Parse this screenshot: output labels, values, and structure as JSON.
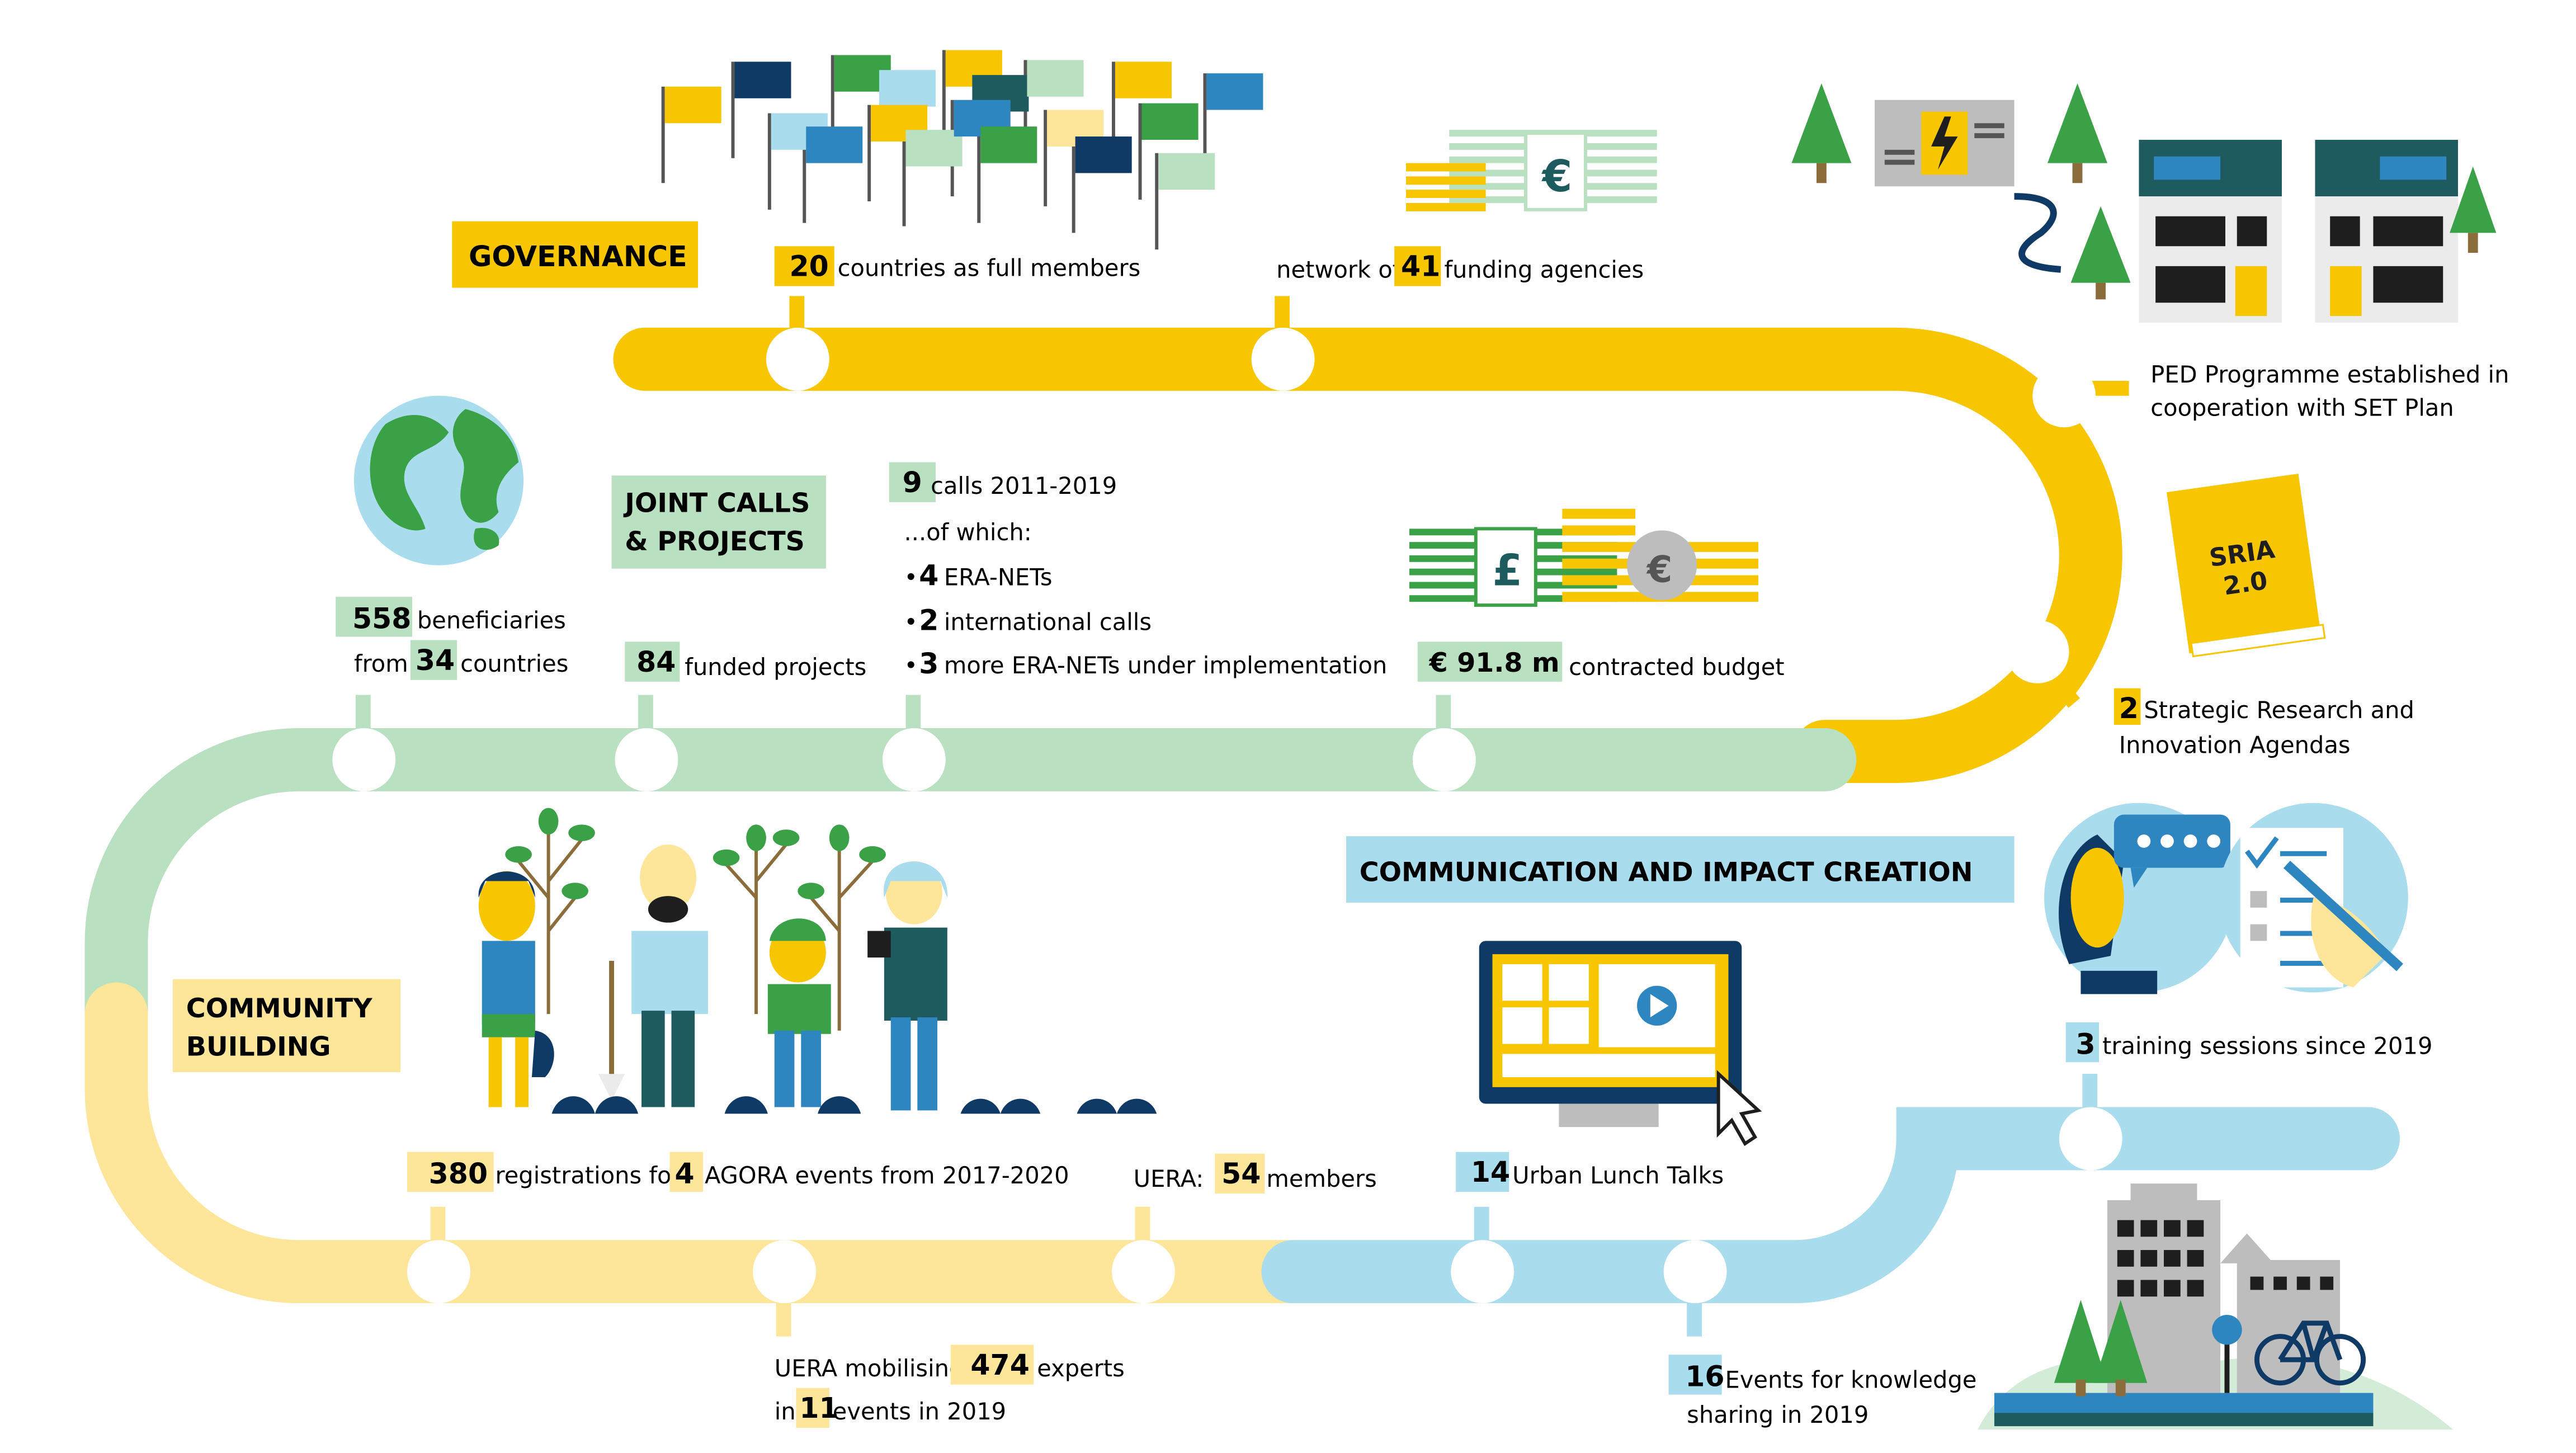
{
  "colors": {
    "governance": "#f7c600",
    "governance_light": "#fde69a",
    "joint_calls": "#b9e0c0",
    "community": "#fde69a",
    "communication": "#a9dcec",
    "dark_teal": "#1e5b5e",
    "navy": "#0f3a66",
    "green": "#3aa147",
    "text": "#1e1e1e"
  },
  "sections": {
    "governance": "GOVERNANCE",
    "joint_calls_line1": "JOINT CALLS",
    "joint_calls_line2": "& PROJECTS",
    "community_line1": "COMMUNITY",
    "community_line2": "BUILDING",
    "communication": "COMMUNICATION AND IMPACT CREATION"
  },
  "stats": {
    "countries_num": "20",
    "countries_text": "countries as full members",
    "agencies_prefix": "network of",
    "agencies_num": "41",
    "agencies_text": "funding agencies",
    "ped_line1": "PED Programme established in",
    "ped_line2": "cooperation with SET Plan",
    "sria_num": "2",
    "sria_line1": "Strategic Research and",
    "sria_line2": "Innovation Agendas",
    "sria_book": "SRIA",
    "sria_book2": "2.0",
    "benef_num": "558",
    "benef_text": "beneficiaries",
    "benef_from": "from",
    "benef_countries_num": "34",
    "benef_countries_text": "countries",
    "projects_num": "84",
    "projects_text": "funded projects",
    "calls_num": "9",
    "calls_text": "calls 2011-2019",
    "of_which": "...of which:",
    "bullet1_num": "4",
    "bullet1_text": "ERA-NETs",
    "bullet2_num": "2",
    "bullet2_text": "international calls",
    "bullet3_num": "3",
    "bullet3_text": "more ERA-NETs under implementation",
    "budget_num": "€ 91.8 m",
    "budget_text": "contracted budget",
    "reg_num": "380",
    "reg_text": "registrations for",
    "reg_events_num": "4",
    "reg_events_text": "AGORA events from 2017-2020",
    "uera_prefix": "UERA:",
    "uera_num": "54",
    "uera_text": "members",
    "mob_prefix": "UERA mobilising",
    "mob_num": "474",
    "mob_text": "experts",
    "mob_in": "in",
    "mob_events_num": "11",
    "mob_events_text": "events in 2019",
    "lunch_num": "14",
    "lunch_text": "Urban Lunch Talks",
    "training_num": "3",
    "training_text": "training sessions since 2019",
    "know_num": "16",
    "know_line1": "Events for knowledge",
    "know_line2": "sharing in 2019",
    "euro_symbol": "€",
    "pound_symbol": "£"
  },
  "icons": [
    "flags-icon",
    "money-stack-icon",
    "houses-icon",
    "solar-panel-icon",
    "globe-icon",
    "sria-book-icon",
    "people-planting-icon",
    "monitor-video-icon",
    "speech-bubble-icon",
    "checklist-icon",
    "city-icon",
    "bicycle-icon",
    "tree-icon"
  ]
}
